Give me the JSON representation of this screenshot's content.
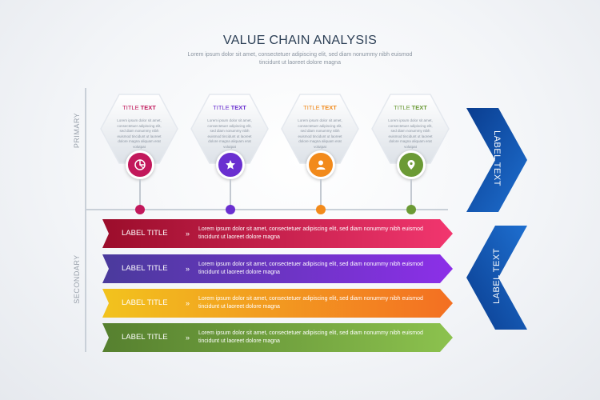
{
  "header": {
    "title": "VALUE CHAIN ANALYSIS",
    "subtitle": "Lorem ipsum dolor sit amet, consectetuer adipiscing elit, sed diam nonummy nibh euismod tincidunt ut laoreet dolore magna"
  },
  "axis": {
    "primary_label": "PRIMARY",
    "secondary_label": "SECONDARY"
  },
  "primary": [
    {
      "title_a": "TITLE",
      "title_b": "TEXT",
      "body": "Lorem ipsum dolor sit amet, consectetuer adipiscing elit, sed diam nonummy nibh euismod tincidunt ut laoreet dolore magna aliquam erat volutpat",
      "icon": "pie-chart-icon",
      "color": "#c2185b"
    },
    {
      "title_a": "TITLE",
      "title_b": "TEXT",
      "body": "Lorem ipsum dolor sit amet, consectetuer adipiscing elit, sed diam nonummy nibh euismod tincidunt ut laoreet dolore magna aliquam erat volutpat",
      "icon": "star-icon",
      "color": "#6a2fd0"
    },
    {
      "title_a": "TITLE",
      "title_b": "TEXT",
      "body": "Lorem ipsum dolor sit amet, consectetuer adipiscing elit, sed diam nonummy nibh euismod tincidunt ut laoreet dolore magna aliquam erat volutpat",
      "icon": "user-icon",
      "color": "#f28a1b"
    },
    {
      "title_a": "TITLE",
      "title_b": "TEXT",
      "body": "Lorem ipsum dolor sit amet, consectetuer adipiscing elit, sed diam nonummy nibh euismod tincidunt ut laoreet dolore magna aliquam erat volutpat",
      "icon": "location-pin-icon",
      "color": "#6b9a35"
    }
  ],
  "secondary": [
    {
      "label": "LABEL TITLE",
      "arrow": "»",
      "text": "Lorem ipsum dolor sit amet, consectetuer adipiscing elit, sed diam nonummy nibh euismod tincidunt ut laoreet dolore magna",
      "color_from": "#9b0d2b",
      "color_to": "#f2366f"
    },
    {
      "label": "LABEL TITLE",
      "arrow": "»",
      "text": "Lorem ipsum dolor sit amet, consectetuer adipiscing elit, sed diam nonummy nibh euismod tincidunt ut laoreet dolore magna",
      "color_from": "#4a3a9c",
      "color_to": "#8c2fe8"
    },
    {
      "label": "LABEL TITLE",
      "arrow": "»",
      "text": "Lorem ipsum dolor sit amet, consectetuer adipiscing elit, sed diam nonummy nibh euismod tincidunt ut laoreet dolore magna",
      "color_from": "#f2c31e",
      "color_to": "#f36f22"
    },
    {
      "label": "LABEL TITLE",
      "arrow": "»",
      "text": "Lorem ipsum dolor sit amet, consectetuer adipiscing elit, sed diam nonummy nibh euismod tincidunt ut laoreet dolore magna",
      "color_from": "#56802f",
      "color_to": "#8cc24e"
    }
  ],
  "side": {
    "top_label": "LABEL TEXT",
    "bottom_label": "LABEL TEXT",
    "color_from": "#0a3d8f",
    "color_to": "#1e6fd0"
  }
}
